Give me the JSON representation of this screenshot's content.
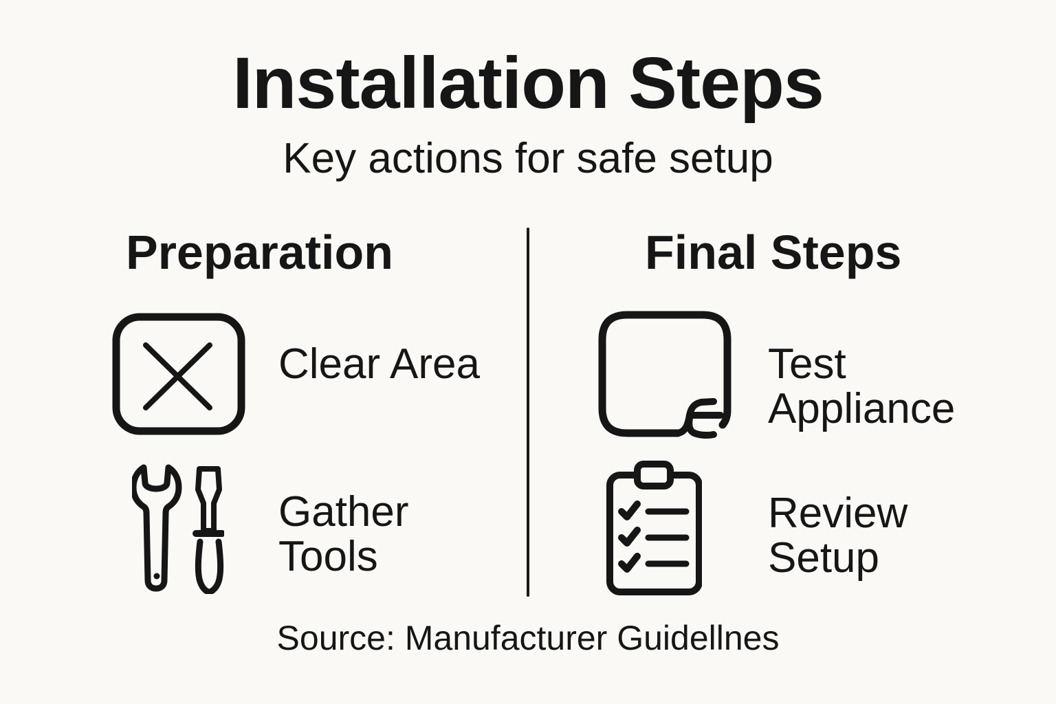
{
  "page": {
    "title": "Installation Steps",
    "subtitle": "Key actions for safe setup",
    "source": "Source: Manufacturer Guidellnes",
    "background_color": "#FAF9F6",
    "ink_color": "#161616"
  },
  "columns": [
    {
      "heading": "Preparation",
      "items": [
        {
          "icon": "clear-area-icon",
          "label": "Clear Area"
        },
        {
          "icon": "tools-icon",
          "label": "Gather Tools"
        }
      ]
    },
    {
      "heading": "Final Steps",
      "items": [
        {
          "icon": "appliance-icon",
          "label": "Test Appliance"
        },
        {
          "icon": "checklist-icon",
          "label": "Review Setup"
        }
      ]
    }
  ]
}
